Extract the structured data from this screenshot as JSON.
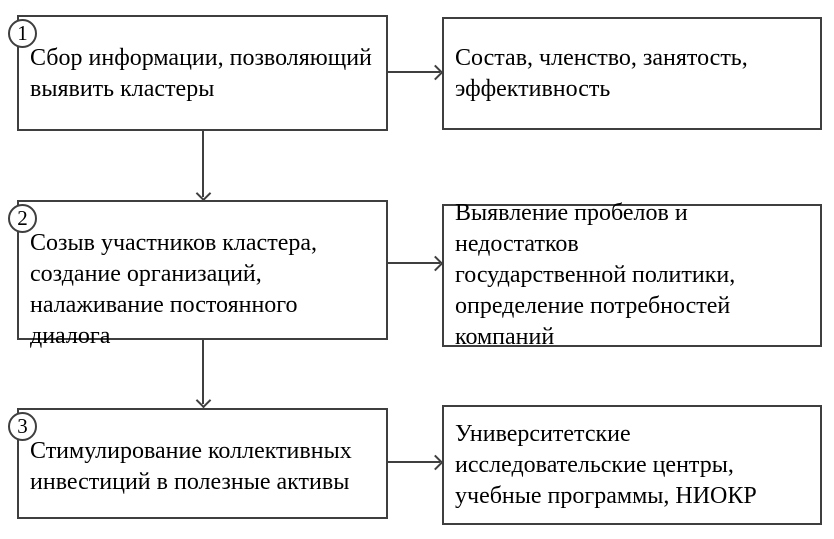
{
  "diagram": {
    "type": "flowchart",
    "steps": [
      {
        "number": "1",
        "left": "Сбор информации, позволяющий\nвыявить кластеры",
        "right": "Состав, членство, занятость,\nэффективность"
      },
      {
        "number": "2",
        "left": "Созыв участников кластера,\nсоздание организаций,\nналаживание постоянного диалога",
        "right": "Выявление пробелов и недостатков\nгосударственной политики,\nопределение потребностей\nкомпаний"
      },
      {
        "number": "3",
        "left": "Стимулирование коллективных\nинвестиций в полезные активы",
        "right": "Университетские\nисследовательские центры,\nучебные программы, НИОКР"
      }
    ],
    "colors": {
      "border": "#3f3f3f",
      "line": "#3f3f3f",
      "text": "#000000",
      "background": "#ffffff"
    }
  }
}
